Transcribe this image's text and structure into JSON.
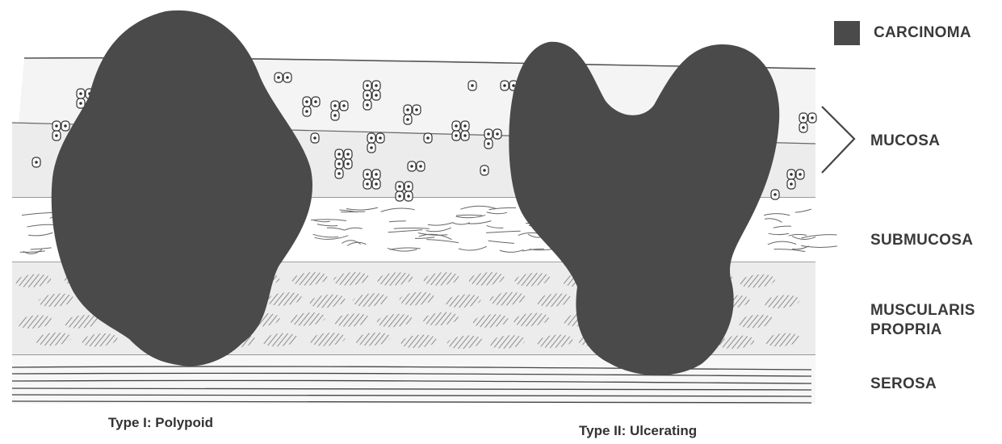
{
  "legend": {
    "label": "CARCINOMA",
    "swatch_color": "#4a4a4a"
  },
  "layers": {
    "mucosa": "MUCOSA",
    "submucosa": "SUBMUCOSA",
    "muscularis_line1": "MUSCULARIS",
    "muscularis_line2": "PROPRIA",
    "serosa": "SEROSA"
  },
  "captions": {
    "type1": "Type I: Polypoid",
    "type2": "Type II: Ulcerating"
  },
  "colors": {
    "carcinoma": "#4a4a4a",
    "mucosa_band": "#ededed",
    "muscularis_band": "#e8e8e8",
    "fiber": "#666666"
  }
}
